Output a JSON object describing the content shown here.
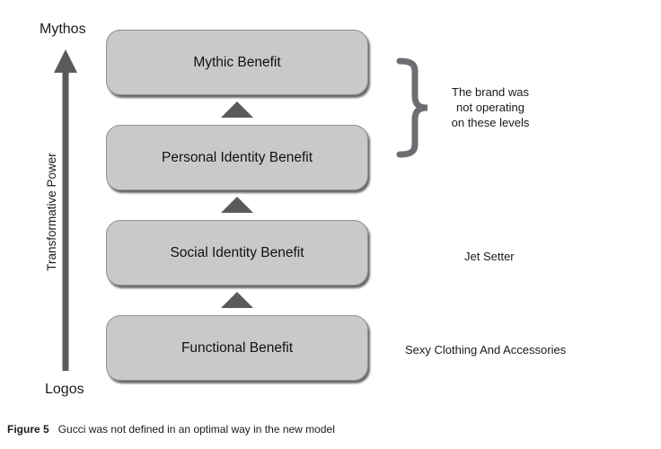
{
  "axis": {
    "top_label": "Mythos",
    "bottom_label": "Logos",
    "arrow_label": "Transformative Power"
  },
  "levels": [
    {
      "label": "Mythic Benefit"
    },
    {
      "label": "Personal Identity Benefit"
    },
    {
      "label": "Social Identity Benefit"
    },
    {
      "label": "Functional Benefit"
    }
  ],
  "annotations": {
    "brace_note_lines": [
      "The brand was",
      "not operating",
      "on these levels"
    ],
    "social_note": "Jet Setter",
    "functional_note": "Sexy Clothing And Accessories"
  },
  "figure": {
    "caption_label": "Figure 5",
    "caption_text": "Gucci was not defined in an optimal way in the new model"
  },
  "colors": {
    "box_fill": "#c8c9cb",
    "box_border": "#8f9194",
    "arrow_dark": "#595a5c",
    "brace_gray": "#6d6e71",
    "text": "#1a1a1a"
  }
}
